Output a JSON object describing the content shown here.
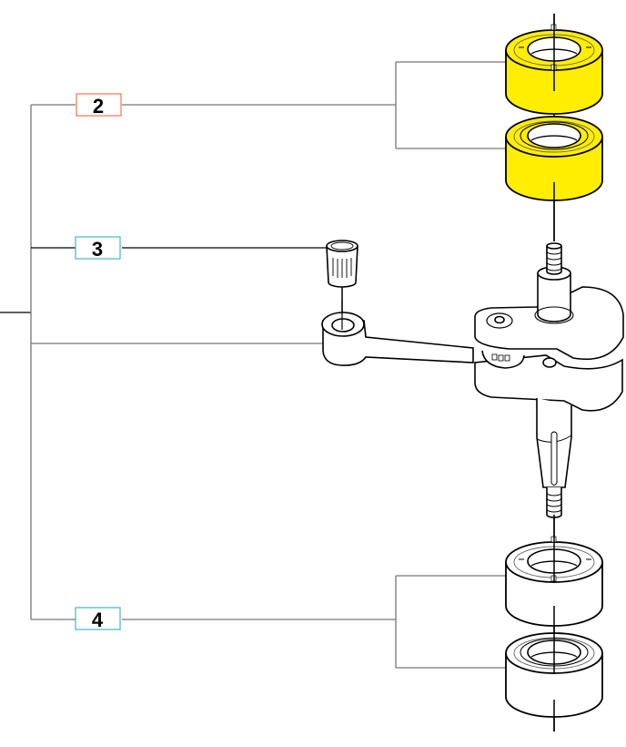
{
  "diagram": {
    "type": "exploded-parts-view",
    "callouts": [
      {
        "id": "callout-2",
        "label": "2",
        "border_color": "#f07850",
        "part": "upper-bearings",
        "highlighted": true
      },
      {
        "id": "callout-3",
        "label": "3",
        "border_color": "#40b8c8",
        "part": "needle-bearing"
      },
      {
        "id": "callout-4",
        "label": "4",
        "border_color": "#40b8c8",
        "part": "lower-bearings"
      }
    ],
    "colors": {
      "highlight": "#ffee00",
      "line": "#000000",
      "leader": "#808080"
    }
  }
}
